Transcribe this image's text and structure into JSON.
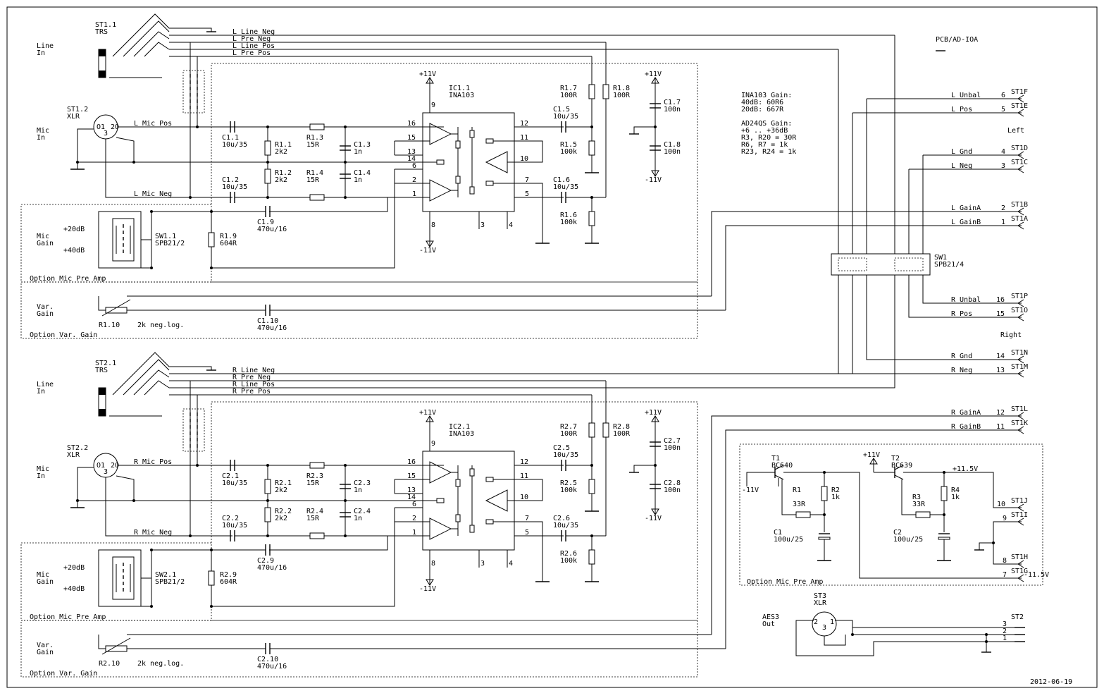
{
  "sheet": {
    "id": "PCB/AD-IOA",
    "date": "2012-06-19"
  },
  "notes": {
    "ina_title": "INA103 Gain:",
    "ina_40": "40dB: 60R6",
    "ina_20": "20dB: 667R",
    "ad_title": "AD24QS Gain:",
    "ad_range": "+6 .. +36dB",
    "ad_r3": "R3, R20 = 30R",
    "ad_r6": "R6, R7 = 1k",
    "ad_r23": "R23, R24 = 1k"
  },
  "ch1": {
    "trs_ref": "ST1.1",
    "trs_type": "TRS",
    "line_label": [
      "Line",
      "In"
    ],
    "xlr_ref": "ST1.2",
    "xlr_type": "XLR",
    "mic_label": [
      "Mic",
      "In"
    ],
    "net_line_neg": "L_Line_Neg",
    "net_pre_neg": "L_Pre_Neg",
    "net_line_pos": "L_Line_Pos",
    "net_pre_pos": "L_Pre_Pos",
    "net_mic_pos": "L_Mic_Pos",
    "net_mic_neg": "L_Mic_Neg",
    "c1": [
      "C1.1",
      "10u/35"
    ],
    "c2": [
      "C1.2",
      "10u/35"
    ],
    "r1": [
      "R1.1",
      "2k2"
    ],
    "r2": [
      "R1.2",
      "2k2"
    ],
    "r3": [
      "R1.3",
      "15R"
    ],
    "r4": [
      "R1.4",
      "15R"
    ],
    "c3": [
      "C1.3",
      "1n"
    ],
    "c4": [
      "C1.4",
      "1n"
    ],
    "ic": [
      "IC1.1",
      "INA103"
    ],
    "c5": [
      "C1.5",
      "10u/35"
    ],
    "c6": [
      "C1.6",
      "10u/35"
    ],
    "r5": [
      "R1.5",
      "100k"
    ],
    "r6": [
      "R1.6",
      "100k"
    ],
    "r7": [
      "R1.7",
      "100R"
    ],
    "r8": [
      "R1.8",
      "100R"
    ],
    "c7": [
      "C1.7",
      "100n"
    ],
    "c8": [
      "C1.8",
      "100n"
    ],
    "c9": [
      "C1.9",
      "470u/16"
    ],
    "r9": [
      "R1.9",
      "604R"
    ],
    "sw": [
      "SW1.1",
      "SPB21/2"
    ],
    "gain20": "+20dB",
    "gain40": "+40dB",
    "mic_gain": [
      "Mic",
      "Gain"
    ],
    "opt_pre": "Option Mic Pre Amp",
    "var_gain": [
      "Var.",
      "Gain"
    ],
    "r10": "R1.10",
    "r10_val": "2k neg.log.",
    "c10": [
      "C1.10",
      "470u/16"
    ],
    "opt_var": "Option Var. Gain"
  },
  "ch2": {
    "trs_ref": "ST2.1",
    "trs_type": "TRS",
    "line_label": [
      "Line",
      "In"
    ],
    "xlr_ref": "ST2.2",
    "xlr_type": "XLR",
    "mic_label": [
      "Mic",
      "In"
    ],
    "net_line_neg": "R_Line_Neg",
    "net_pre_neg": "R_Pre_Neg",
    "net_line_pos": "R_Line_Pos",
    "net_pre_pos": "R_Pre_Pos",
    "net_mic_pos": "R_Mic_Pos",
    "net_mic_neg": "R_Mic_Neg",
    "c1": [
      "C2.1",
      "10u/35"
    ],
    "c2": [
      "C2.2",
      "10u/35"
    ],
    "r1": [
      "R2.1",
      "2k2"
    ],
    "r2": [
      "R2.2",
      "2k2"
    ],
    "r3": [
      "R2.3",
      "15R"
    ],
    "r4": [
      "R2.4",
      "15R"
    ],
    "c3": [
      "C2.3",
      "1n"
    ],
    "c4": [
      "C2.4",
      "1n"
    ],
    "ic": [
      "IC2.1",
      "INA103"
    ],
    "c5": [
      "C2.5",
      "10u/35"
    ],
    "c6": [
      "C2.6",
      "10u/35"
    ],
    "r5": [
      "R2.5",
      "100k"
    ],
    "r6": [
      "R2.6",
      "100k"
    ],
    "r7": [
      "R2.7",
      "100R"
    ],
    "r8": [
      "R2.8",
      "100R"
    ],
    "c7": [
      "C2.7",
      "100n"
    ],
    "c8": [
      "C2.8",
      "100n"
    ],
    "c9": [
      "C2.9",
      "470u/16"
    ],
    "r9": [
      "R2.9",
      "604R"
    ],
    "sw": [
      "SW2.1",
      "SPB21/2"
    ],
    "gain20": "+20dB",
    "gain40": "+40dB",
    "mic_gain": [
      "Mic",
      "Gain"
    ],
    "opt_pre": "Option Mic Pre Amp",
    "var_gain": [
      "Var.",
      "Gain"
    ],
    "r10": "R2.10",
    "r10_val": "2k neg.log.",
    "c10": [
      "C2.10",
      "470u/16"
    ],
    "opt_var": "Option Var. Gain"
  },
  "power": {
    "p11": "+11V",
    "m11": "-11V"
  },
  "pins": {
    "p16": "16",
    "p15": "15",
    "p13": "13",
    "p14": "14",
    "p6": "6",
    "p2": "2",
    "p1": "1",
    "p9": "9",
    "p12": "12",
    "p11": "11",
    "p10": "10",
    "p7": "7",
    "p5": "5",
    "p8": "8",
    "p3": "3",
    "p4": "4"
  },
  "sw1": {
    "ref": "SW1",
    "type": "SPB21/4"
  },
  "conn_left": [
    {
      "net": "L_Unbal",
      "pin": "6",
      "ref": "ST1F"
    },
    {
      "net": "L_Pos",
      "pin": "5",
      "ref": "ST1E"
    },
    {
      "net": "L_Gnd",
      "pin": "4",
      "ref": "ST1D"
    },
    {
      "net": "L_Neg",
      "pin": "3",
      "ref": "ST1C"
    },
    {
      "net": "L_GainA",
      "pin": "2",
      "ref": "ST1B"
    },
    {
      "net": "L_GainB",
      "pin": "1",
      "ref": "ST1A"
    }
  ],
  "conn_right": [
    {
      "net": "R_Unbal",
      "pin": "16",
      "ref": "ST1P"
    },
    {
      "net": "R_Pos",
      "pin": "15",
      "ref": "ST1O"
    },
    {
      "net": "R_Gnd",
      "pin": "14",
      "ref": "ST1N"
    },
    {
      "net": "R_Neg",
      "pin": "13",
      "ref": "ST1M"
    },
    {
      "net": "R_GainA",
      "pin": "12",
      "ref": "ST1L"
    },
    {
      "net": "R_GainB",
      "pin": "11",
      "ref": "ST1K"
    }
  ],
  "side_left": "Left",
  "side_right": "Right",
  "psu": {
    "t1": [
      "T1",
      "BC640"
    ],
    "t2": [
      "T2",
      "BC639"
    ],
    "r1": [
      "R1",
      "33R"
    ],
    "r2": [
      "R2",
      "1k"
    ],
    "r3": [
      "R3",
      "33R"
    ],
    "r4": [
      "R4",
      "1k"
    ],
    "c1": [
      "C1",
      "100u/25"
    ],
    "c2": [
      "C2",
      "100u/25"
    ],
    "m11": "-11V",
    "p11": "+11V",
    "p115": "+11.5V",
    "m115": "-11.5V",
    "pin10": "10",
    "pin9": "9",
    "pin8": "8",
    "pin7": "7",
    "st1j": "ST1J",
    "st1i": "ST1I",
    "st1h": "ST1H",
    "st1g": "ST1G",
    "opt": "Option Mic Pre Amp"
  },
  "aes": {
    "ref": "ST3",
    "type": "XLR",
    "label": [
      "AES3",
      "Out"
    ],
    "st2": "ST2",
    "p3": "3",
    "p2": "2",
    "p1": "1"
  }
}
